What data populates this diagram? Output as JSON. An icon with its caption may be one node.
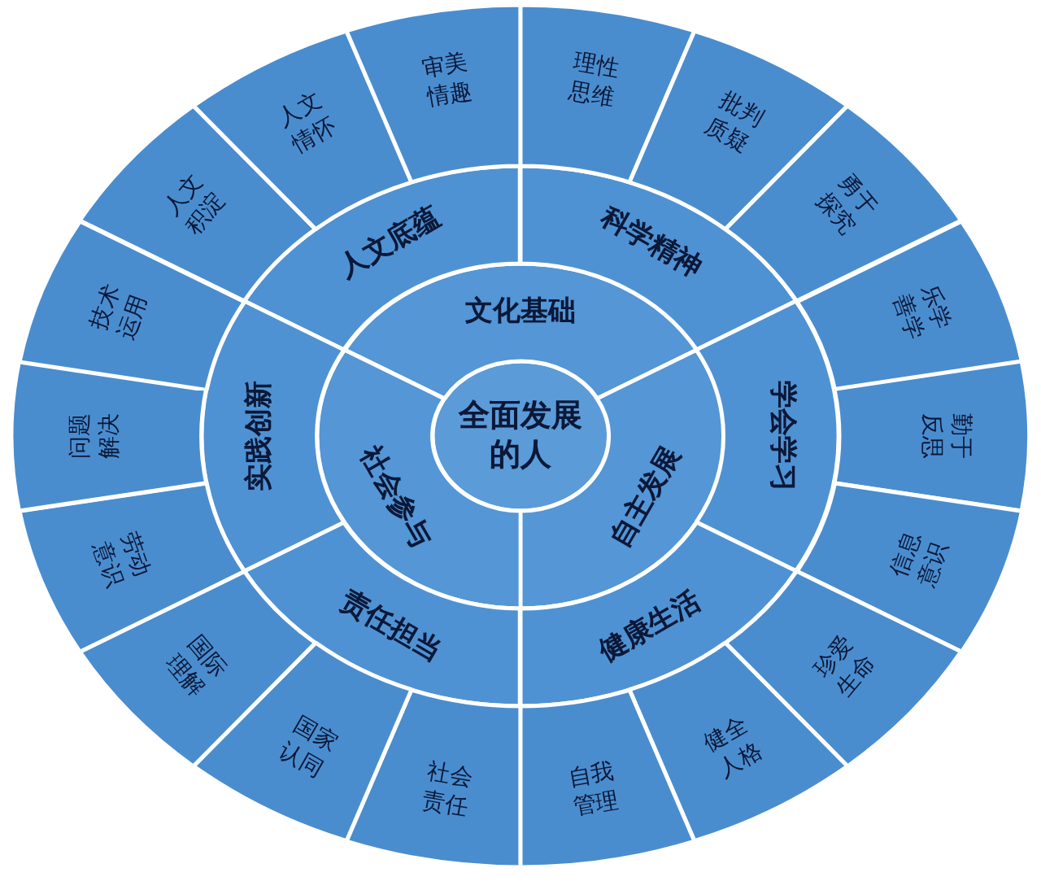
{
  "diagram": {
    "nodes": [
      {
        "text": [
          "全面发展的人"
        ]
      },
      {
        "text": [
          "文化基础"
        ]
      },
      {
        "text": [
          "自主发展"
        ]
      },
      {
        "text": [
          "社会参与"
        ]
      },
      {
        "text": [
          "人文底蕴"
        ]
      },
      {
        "text": [
          "科学精神"
        ]
      },
      {
        "text": [
          "学会学习"
        ]
      },
      {
        "text": [
          "健康生活"
        ]
      },
      {
        "text": [
          "责任担当"
        ]
      },
      {
        "text": [
          "实践创新"
        ]
      },
      {
        "text": [
          "人文积淀"
        ]
      },
      {
        "text": [
          "人文情怀"
        ]
      },
      {
        "text": [
          "审美情趣"
        ]
      },
      {
        "text": [
          "理性思维"
        ]
      },
      {
        "text": [
          "批判质疑"
        ]
      },
      {
        "text": [
          "勇于探究"
        ]
      },
      {
        "text": [
          "乐学善学"
        ]
      },
      {
        "text": [
          "勤于反思"
        ]
      },
      {
        "text": [
          "信息意识"
        ]
      },
      {
        "text": [
          "珍爱生命"
        ]
      },
      {
        "text": [
          "健全人格"
        ]
      },
      {
        "text": [
          "自我管理"
        ]
      },
      {
        "text": [
          "社会责任"
        ]
      },
      {
        "text": [
          "国家认同"
        ]
      },
      {
        "text": [
          "国际理解"
        ]
      },
      {
        "text": [
          "劳动意识"
        ]
      },
      {
        "text": [
          "问题解决"
        ]
      },
      {
        "text": [
          "技术运用"
        ]
      }
    ]
  }
}
